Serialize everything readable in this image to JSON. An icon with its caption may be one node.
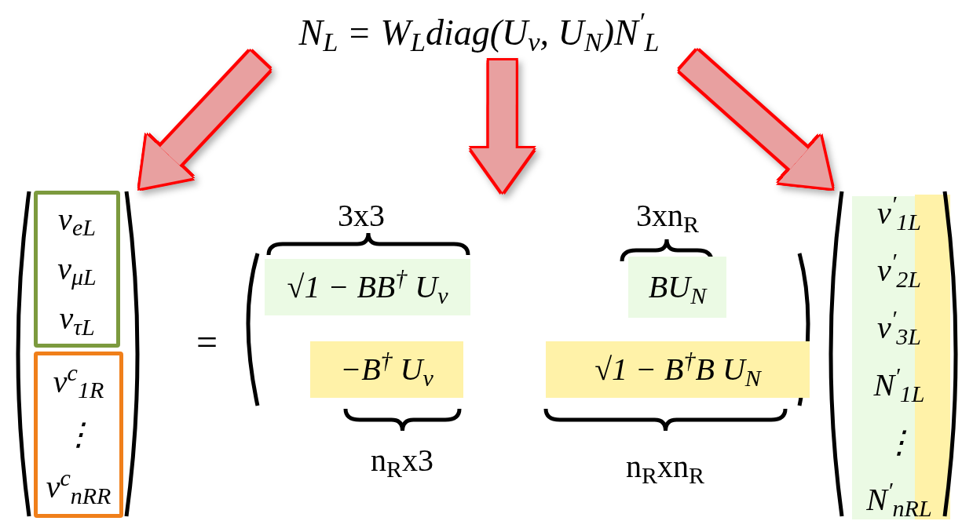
{
  "diagram": {
    "nodes": [
      {
        "text": [
          "N$_{L}$ = W$_{L}$diag(U$_{ν}$, U$_{N}$)N$^{′}$$_{L}$"
        ]
      },
      {
        "text": [],
        "shape": "matrix"
      },
      {
        "text": [
          "ν$_{eL}$",
          "ν$_{μL}$",
          "ν$_{τL}$"
        ],
        "in": 1
      },
      {
        "text": [
          "ν$^{c}$$_{1R}$",
          "⋮",
          "ν$^{c}$$_{nRR}$"
        ],
        "in": 1
      },
      {
        "text": [],
        "shape": "matrix"
      },
      {
        "text": [
          "√1 − BB$^{†}$ U$_{ν}$"
        ],
        "in": 4
      },
      {
        "text": [
          "BU$_{N}$"
        ],
        "in": 4
      },
      {
        "text": [
          "−B$^{†}$ U$_{ν}$"
        ],
        "in": 4
      },
      {
        "text": [
          "√1 − B$^{†}$B U$_{N}$"
        ],
        "in": 4
      },
      {
        "text": [
          "ν$^{′}$$_{1L}$",
          "ν$^{′}$$_{2L}$",
          "ν$^{′}$$_{3L}$",
          "N$^{′}$$_{1L}$",
          "⋮",
          "N$^{′}$$_{nRL}$"
        ]
      }
    ],
    "edges": [
      {
        "from": 0,
        "to": 1,
        "arrow": "to"
      },
      {
        "from": 0,
        "to": 4,
        "arrow": "to"
      },
      {
        "from": 0,
        "to": 9,
        "arrow": "to"
      }
    ],
    "labels": [
      "=",
      "3x3",
      "3xn$_{R}$",
      "n$_{R}$x3",
      "n$_{R}$xn$_{R}$"
    ]
  }
}
